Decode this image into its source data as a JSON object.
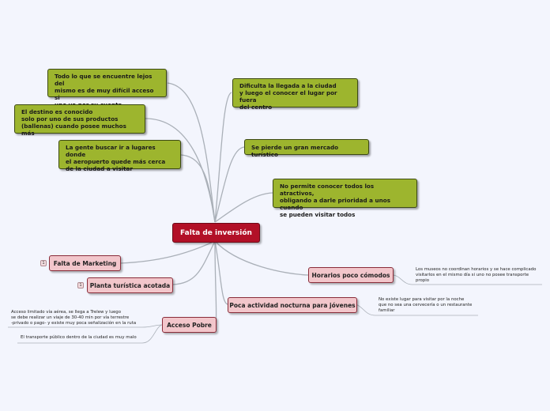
{
  "central": {
    "label": "Falta de inversión"
  },
  "causes": [
    {
      "label": "Todo lo que se encuentre lejos del\nmismo es de muy difícil acceso si\nuno va por su cuenta"
    },
    {
      "label": "El destino es conocido\nsolo por uno de sus productos\n(ballenas) cuando posee muchos más"
    },
    {
      "label": "La gente buscar ir a lugares donde\nel aeropuerto quede más cerca\nde la ciudad a visitar"
    },
    {
      "label": "Dificulta la llegada a la ciudad\ny luego el conocer el lugar por fuera\ndel centro"
    },
    {
      "label": "Se pierde un gran mercado turístico"
    },
    {
      "label": "No permite conocer todos los atractivos,\nobligando a darle prioridad a unos cuando\nse pueden visitar todos"
    }
  ],
  "problems": [
    {
      "label": "Falta de Marketing",
      "badge": "1"
    },
    {
      "label": "Planta turística acotada",
      "badge": "1"
    },
    {
      "label": "Acceso Pobre"
    },
    {
      "label": "Poca actividad nocturna para jóvenes"
    },
    {
      "label": "Horarios poco cómodos"
    }
  ],
  "notes": {
    "acceso_1": "Acceso limitado vía aérea, se llega a Trelew y luego\nse debe realizar un viaje de 30-40 min por vía terrestre\n-privado o pago- y existe muy poca señalización en la ruta",
    "acceso_2": "El transporte público dentro de la ciudad es muy malo",
    "nocturna": "No existe lugar para visitar por la noche\nque no sea una cervecería o un restaurante\nfamiliar",
    "horarios": "Los museos no coordinan horarios y se hace complicado\nvisitarlos en el mismo día si uno no posee transporte\npropio"
  },
  "colors": {
    "background": "#f3f5fd",
    "central": "#b21027",
    "cause": "#9db52e",
    "problem": "#f2c6cb",
    "link": "#aab0b8"
  }
}
